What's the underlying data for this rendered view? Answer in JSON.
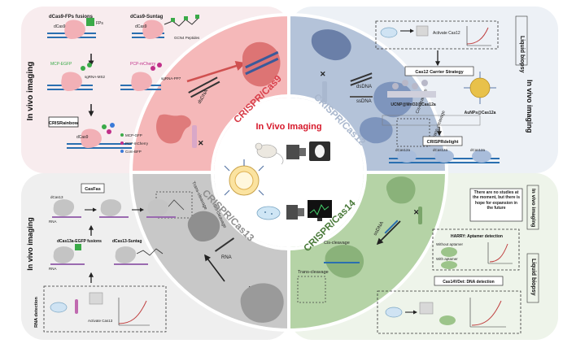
{
  "center_title": "In Vivo Imaging",
  "wheel": {
    "cas9": "CRISPR/Cas9",
    "cas12": "CRISPR/Cas12",
    "cas13": "CRISPR/Cas13",
    "cas14": "CRISPR/Cas14"
  },
  "panels": {
    "top_left": {
      "side_label": "In vivo imaging",
      "header_fusions": "dCas9-FPs fusions",
      "header_suntag": "dCas9-Suntag",
      "dcas9": "dCas9",
      "fps": "FPs",
      "gcn4": "GCN4 Peptides",
      "mcp_egfp": "MCP-EGFP",
      "pcp_mcherry": "PCP-mCherry",
      "sgrna_ms2": "sgRNA-MS2",
      "sgrna_pp7": "sgRNA-PP7",
      "crisrainbow": "CRISRainbow",
      "legend": [
        "MCP-GFP",
        "PCP-mCherry",
        "Com-BFP"
      ]
    },
    "top_right": {
      "liquid_biopsy": "Liquid biopsy",
      "activate": "Activate Cas12",
      "carrier": "Cas12 Carrier Strategy",
      "ucnp": "UCNP@MnO2@Cas12a",
      "aunp": "AuNPs@Cas12a",
      "in_vivo": "In vivo imaging",
      "delight": "CRISPRdelight",
      "cas12a": [
        "dCas12a",
        "dCas12a",
        "dCas12a"
      ]
    },
    "bottom_left": {
      "side_label": "In vivo imaging",
      "casfas": "CasFas",
      "dcas13": "dCas13",
      "rna": "RNA",
      "egfp_fusions": "dCas13a-EGFP fusions",
      "suntag": "dCas13-Suntag",
      "rna_detection": "RNA detection",
      "activate": "Activate Cas13"
    },
    "bottom_right": {
      "in_vivo": "In vivo imaging",
      "no_studies": "There are no studies at the moment, but there is hope for expansion in the future",
      "harry": "HARRY: Aptamer detection",
      "without_aptamer": "Without aptamer",
      "with_aptamer": "With aptamer",
      "cas14": "Cas14VDet: DNA detection",
      "liquid_biopsy": "Liquid biopsy"
    }
  },
  "wheel_labels": {
    "dsdna_cas9": "dsDNA",
    "dsdna_cas12": "dsDNA",
    "ssdna_cas12": "ssDNA",
    "cis_cas12": "Cis-cleavage",
    "trans_cas12": "Trans-cleavage",
    "rna_cas13": "RNA",
    "cis_cas13": "Cis-cleavage",
    "trans_cas13": "Trans-cleavage",
    "ssdna_cas14": "ssDNA",
    "cis_cas14": "Cis-cleavage",
    "trans_cas14": "Trans-cleavage"
  },
  "colors": {
    "cas9": "#f5b8b9",
    "cas12": "#b4c3d9",
    "cas13": "#c8c8c8",
    "cas14": "#b5d3a6",
    "title_red": "#d6182a",
    "bg_pink": "#f8ecee",
    "bg_blue": "#edf1f6",
    "bg_gray": "#efefef",
    "bg_green": "#eef4ea"
  }
}
